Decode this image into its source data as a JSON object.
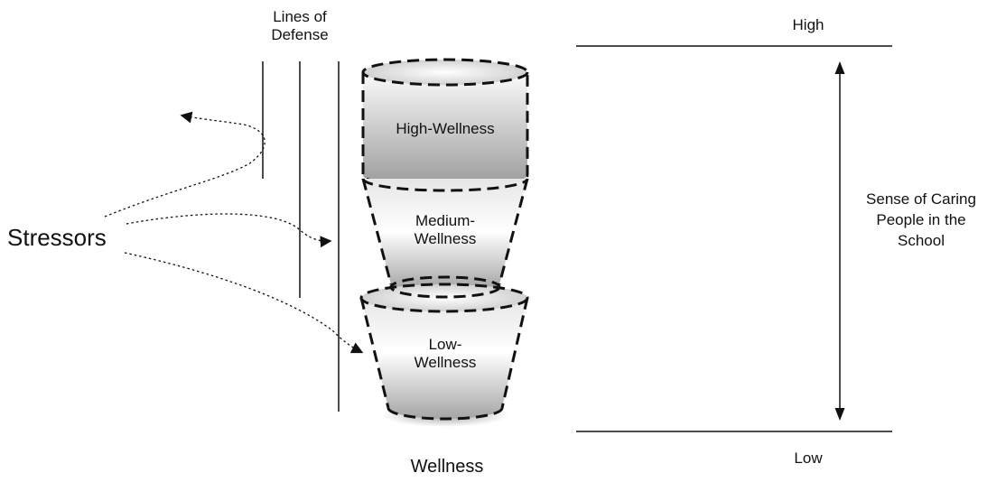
{
  "lines_of_defense": {
    "line1": "Lines of",
    "line2": "Defense"
  },
  "stressors": "Stressors",
  "tiers": {
    "high": "High-Wellness",
    "medium_line1": "Medium-",
    "medium_line2": "Wellness",
    "low_line1": "Low-",
    "low_line2": "Wellness"
  },
  "wellness_label": "Wellness",
  "scale": {
    "high": "High",
    "low": "Low",
    "label_line1": "Sense of Caring",
    "label_line2": "People in the",
    "label_line3": "School"
  },
  "colors": {
    "stroke": "#111111",
    "fill_dark": "#8e8e8e",
    "fill_light": "#ffffff"
  }
}
